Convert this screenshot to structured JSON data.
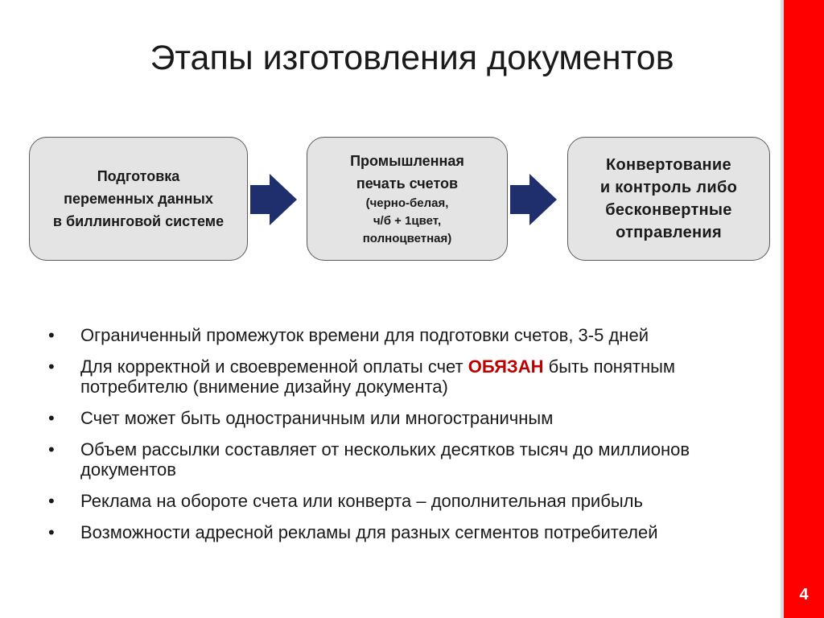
{
  "slide": {
    "title": "Этапы изготовления документов",
    "page_number": "4",
    "colors": {
      "sidebar": "#ff0000",
      "box_fill": "#e4e4e4",
      "box_border": "#5a5a5a",
      "arrow": "#1f2f6e",
      "emphasis": "#c00000"
    }
  },
  "process": {
    "steps": [
      {
        "lines": [
          "Подготовка",
          "переменных данных",
          "в биллинговой системе"
        ]
      },
      {
        "main_lines": [
          "Промышленная",
          "печать счетов"
        ],
        "sub_lines": [
          "(черно-белая,",
          "ч/б + 1цвет,",
          "полноцветная)"
        ]
      },
      {
        "lines": [
          "Конвертование",
          "и контроль либо",
          "бесконвертные",
          "отправления"
        ]
      }
    ],
    "arrow_icon": "right-arrow-icon"
  },
  "bullets": {
    "marker": "•",
    "items": [
      {
        "text": "Ограниченный  промежуток времени для подготовки счетов, 3-5 дней"
      },
      {
        "before": "Для корректной и своевременной оплаты счет ",
        "emphasis": "ОБЯЗАН",
        "after": " быть понятным потребителю (внимение дизайну документа)"
      },
      {
        "text": "Счет может быть одностраничным или многостраничным"
      },
      {
        "text": "Объем рассылки составляет от нескольких десятков тысяч до миллионов документов"
      },
      {
        "text": "Реклама на обороте счета или конверта – дополнительная прибыль"
      },
      {
        "text": "Возможности адресной рекламы для разных сегментов потребителей"
      }
    ]
  }
}
